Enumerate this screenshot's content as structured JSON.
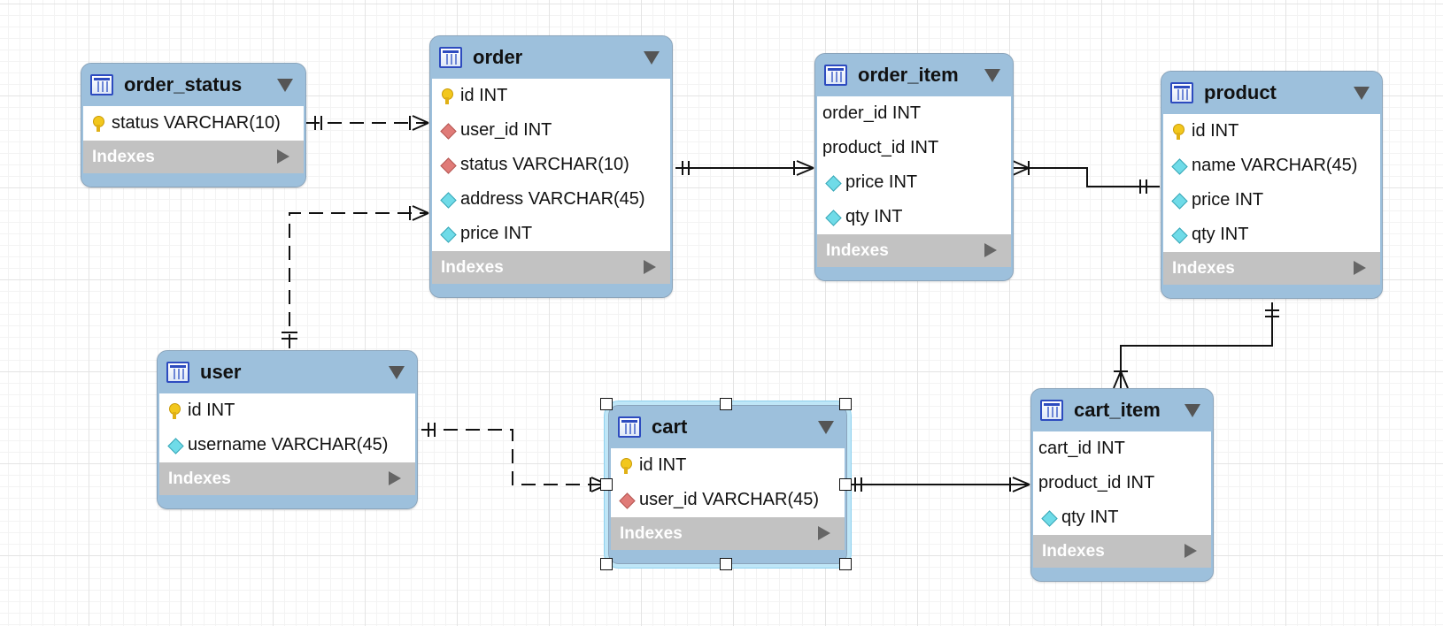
{
  "diagram": {
    "entities": {
      "order_status": {
        "title": "order_status",
        "columns": [
          {
            "text": "status VARCHAR(10)",
            "icon": "key-icon"
          }
        ],
        "indexes_label": "Indexes"
      },
      "order": {
        "title": "order",
        "columns": [
          {
            "text": "id INT",
            "icon": "key-icon"
          },
          {
            "text": "user_id INT",
            "icon": "foreign-key-icon"
          },
          {
            "text": "status VARCHAR(10)",
            "icon": "foreign-key-icon"
          },
          {
            "text": "address VARCHAR(45)",
            "icon": "attribute-icon"
          },
          {
            "text": "price INT",
            "icon": "attribute-icon"
          }
        ],
        "indexes_label": "Indexes"
      },
      "order_item": {
        "title": "order_item",
        "columns": [
          {
            "text": "order_id INT",
            "icon": "none"
          },
          {
            "text": "product_id INT",
            "icon": "none"
          },
          {
            "text": "price INT",
            "icon": "attribute-icon"
          },
          {
            "text": "qty INT",
            "icon": "attribute-icon"
          }
        ],
        "indexes_label": "Indexes"
      },
      "product": {
        "title": "product",
        "columns": [
          {
            "text": "id INT",
            "icon": "key-icon"
          },
          {
            "text": "name VARCHAR(45)",
            "icon": "attribute-icon"
          },
          {
            "text": "price INT",
            "icon": "attribute-icon"
          },
          {
            "text": "qty INT",
            "icon": "attribute-icon"
          }
        ],
        "indexes_label": "Indexes"
      },
      "user": {
        "title": "user",
        "columns": [
          {
            "text": "id INT",
            "icon": "key-icon"
          },
          {
            "text": "username VARCHAR(45)",
            "icon": "attribute-icon"
          }
        ],
        "indexes_label": "Indexes"
      },
      "cart": {
        "title": "cart",
        "selected": true,
        "columns": [
          {
            "text": "id INT",
            "icon": "key-icon"
          },
          {
            "text": "user_id VARCHAR(45)",
            "icon": "foreign-key-icon"
          }
        ],
        "indexes_label": "Indexes"
      },
      "cart_item": {
        "title": "cart_item",
        "columns": [
          {
            "text": "cart_id INT",
            "icon": "none"
          },
          {
            "text": "product_id INT",
            "icon": "none"
          },
          {
            "text": "qty INT",
            "icon": "attribute-icon"
          }
        ],
        "indexes_label": "Indexes"
      }
    },
    "relationships": [
      {
        "from": "order_status",
        "to": "order",
        "style": "dashed",
        "from_end": "one-and-only-one",
        "to_end": "one-or-many"
      },
      {
        "from": "user",
        "to": "order",
        "style": "dashed",
        "from_end": "one-and-only-one",
        "to_end": "one-or-many"
      },
      {
        "from": "order",
        "to": "order_item",
        "style": "solid",
        "from_end": "one-and-only-one",
        "to_end": "one-or-many"
      },
      {
        "from": "product",
        "to": "order_item",
        "style": "solid",
        "from_end": "one-and-only-one",
        "to_end": "one-or-many"
      },
      {
        "from": "product",
        "to": "cart_item",
        "style": "solid",
        "from_end": "one-and-only-one",
        "to_end": "one-or-many"
      },
      {
        "from": "user",
        "to": "cart",
        "style": "dashed",
        "from_end": "one-and-only-one",
        "to_end": "one-or-many"
      },
      {
        "from": "cart",
        "to": "cart_item",
        "style": "solid",
        "from_end": "one-and-only-one",
        "to_end": "one-or-many"
      }
    ],
    "colors": {
      "header": "#9dc0dc",
      "indexes_bar": "#c2c2c2",
      "selection_glow": "#bfe6f7",
      "line": "#111111"
    }
  }
}
